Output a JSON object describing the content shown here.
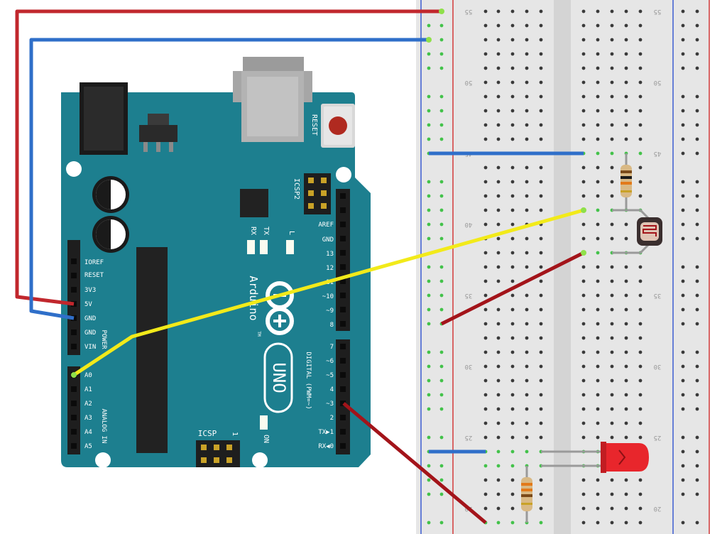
{
  "board": {
    "logo_main": "Arduino",
    "logo_tm": "TM",
    "model": "UNO",
    "reset": "RESET",
    "icsp2": "ICSP2",
    "icsp": "ICSP",
    "icsp_pin1": "1",
    "led_tx": "TX",
    "led_rx": "RX",
    "led_l": "L",
    "led_on": "ON",
    "power_label": "POWER",
    "analog_label": "ANALOG IN",
    "digital_label": "DIGITAL (PWM=~)",
    "power_pins": [
      "IOREF",
      "RESET",
      "3V3",
      "5V",
      "GND",
      "GND",
      "VIN"
    ],
    "analog_pins": [
      "A0",
      "A1",
      "A2",
      "A3",
      "A4",
      "A5"
    ],
    "digital_top": [
      "AREF",
      "GND",
      "13",
      "12",
      "~11",
      "~10",
      "~9",
      "8"
    ],
    "digital_bottom": [
      "7",
      "~6",
      "~5",
      "4",
      "~3",
      "2",
      "TX▶1",
      "RX◀0"
    ]
  },
  "breadboard": {
    "row_numbers": [
      "55",
      "50",
      "45",
      "40",
      "35",
      "30",
      "25",
      "20"
    ]
  },
  "colors": {
    "board": "#1d7f8f",
    "wire_red": "#c1272d",
    "wire_blue": "#2f6fc9",
    "wire_yellow": "#f2ea1a",
    "wire_dark_red": "#a3141a",
    "led": "#e8262c"
  }
}
